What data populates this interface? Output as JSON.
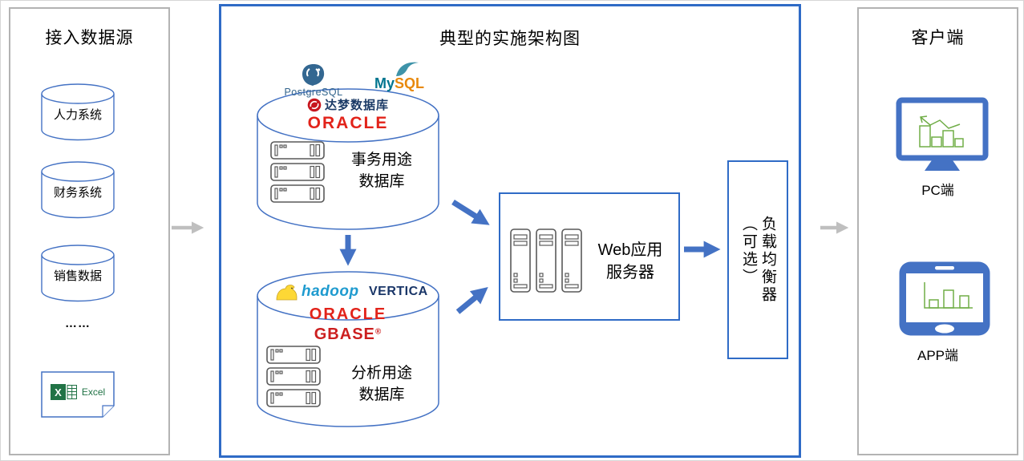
{
  "left_panel": {
    "title": "接入数据源",
    "sources": [
      {
        "label": "人力系统"
      },
      {
        "label": "财务系统"
      },
      {
        "label": "销售数据"
      }
    ],
    "ellipsis": "……",
    "excel": {
      "label": "Excel"
    }
  },
  "middle_panel": {
    "title": "典型的实施架构图",
    "transactional_db": {
      "postgresql": "PostgreSQL",
      "mysql_my": "My",
      "mysql_sql": "SQL",
      "dameng": "达梦数据库",
      "oracle": "ORACLE",
      "label": "事务用途\n数据库"
    },
    "analytical_db": {
      "hadoop": "hadoop",
      "vertica": "VERTICA",
      "oracle": "ORACLE",
      "gbase": "GBASE",
      "gbase_reg": "®",
      "label": "分析用途\n数据库"
    },
    "web_server": {
      "label": "Web应用\n服务器"
    },
    "load_balancer": {
      "name": "负载均衡器",
      "note": "（可选）"
    }
  },
  "right_panel": {
    "title": "客户端",
    "clients": [
      {
        "label": "PC端"
      },
      {
        "label": "APP端"
      }
    ]
  },
  "colors": {
    "accent_blue": "#4472c4",
    "panel_border_blue": "#2f6bc6",
    "panel_border_gray": "#b3b3b3",
    "oracle_red": "#e2231a",
    "gbase_red": "#cc1f1f",
    "excel_green": "#217346",
    "chart_green": "#70ad47",
    "flow_arrow_gray": "#bfbfbf"
  }
}
